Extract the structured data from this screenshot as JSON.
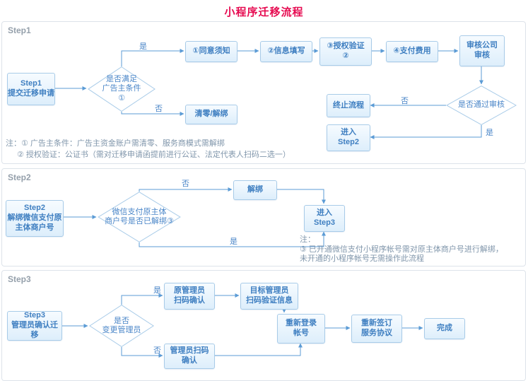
{
  "title": "小程序迁移流程",
  "step1": {
    "section_label": "Step1",
    "nodes": {
      "start": "Step1\n提交迁移申请",
      "cond_ad": "是否满足\n广告主条件\n①",
      "agree": "①同意须知",
      "fill": "②信息填写",
      "auth": "③授权验证\n②",
      "pay": "④支付费用",
      "review": "审核公司\n审核",
      "cond_pass": "是否通过审核",
      "terminate": "终止流程",
      "enter_step2": "进入\nStep2",
      "clear_unbind": "清零/解绑"
    },
    "edge_labels": {
      "yes_agree": "是",
      "no_clear": "否",
      "no_terminate": "否",
      "yes_enter": "是"
    },
    "note1": "注：① 广告主条件：广告主资金账户需清零、服务商模式需解绑",
    "note2": "② 授权验证：公证书（需对迁移申请函提前进行公证、法定代表人扫码二选一）"
  },
  "step2": {
    "section_label": "Step2",
    "nodes": {
      "start": "Step2\n解绑微信支付原\n主体商户号",
      "cond_unbound": "微信支付原主体\n商户号是否已解绑③",
      "unbind": "解绑",
      "enter_step3": "进入\nStep3"
    },
    "edge_labels": {
      "no_unbind": "否",
      "yes_enter": "是"
    },
    "note_head": "注：",
    "note1": "③ 已开通微信支付小程序帐号需对原主体商户号进行解绑，",
    "note2": "未开通的小程序帐号无需操作此流程"
  },
  "step3": {
    "section_label": "Step3",
    "nodes": {
      "start": "Step3\n管理员确认迁移",
      "cond_change": "是否\n变更管理员",
      "orig_admin": "原管理员\n扫码确认",
      "target_admin": "目标管理员\n扫码验证信息",
      "relogin": "重新登录\n帐号",
      "admin_confirm": "管理员扫码\n确认",
      "resign": "重新签订\n服务协议",
      "done": "完成"
    },
    "edge_labels": {
      "yes_change": "是",
      "no_change": "否"
    }
  }
}
